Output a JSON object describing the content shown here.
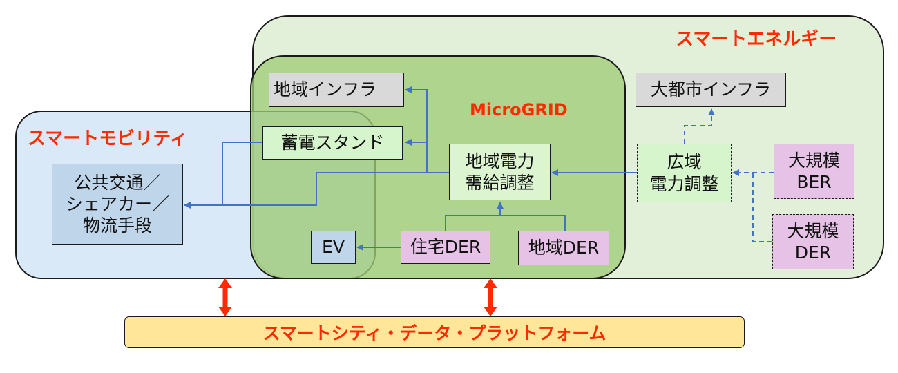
{
  "regions": {
    "smart_energy": "スマートエネルギー",
    "smart_mobility": "スマートモビリティ",
    "microgrid": "MicroGRID"
  },
  "nodes": {
    "chiiki_infra": "地域インフラ",
    "chikuden_stand": "蓄電スタンド",
    "koukyou_koutsuu": "公共交通／\nシェアカー／\n物流手段",
    "chiiki_denryoku_juukyuu": "地域電力\n需給調整",
    "ev": "EV",
    "juutaku_der": "住宅DER",
    "chiiki_der": "地域DER",
    "daitoshi_infra": "大都市インフラ",
    "kouiki_denryoku": "広域\n電力調整",
    "daikibo_ber": "大規模\nBER",
    "daikibo_der": "大規模\nDER"
  },
  "platform": "スマートシティ・データ・プラットフォーム",
  "colors": {
    "accent_label": "#ff2a00",
    "link_line": "#4472c4",
    "platform_arrow": "#ff2a00",
    "platform_fill": "#ffe699",
    "energy_fill": "#e2efd9",
    "mobility_fill": "#cce0f4",
    "microgrid_fill": "#a0cc78",
    "der_fill": "#e6c2e6",
    "infra_fill": "#d9d9d9"
  }
}
